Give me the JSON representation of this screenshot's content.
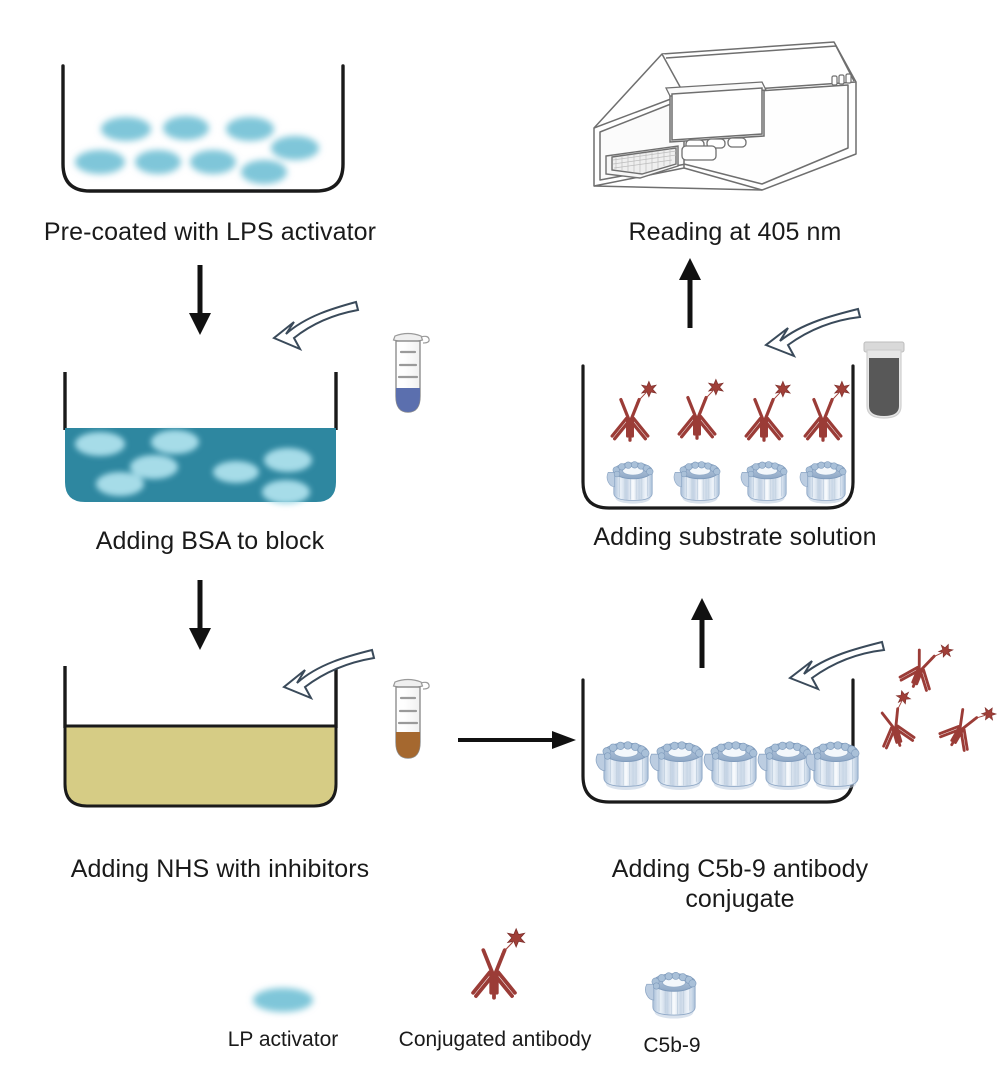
{
  "diagram": {
    "title_present": false,
    "type": "elisa-workflow-schematic",
    "colors": {
      "lp_activator": "#7FC6D9",
      "lp_activator_light": "#A6DCE8",
      "bsa_fill": "#2E87A0",
      "nhs_fill": "#D6CC85",
      "antibody": "#9B3C37",
      "antibody_dark": "#7E2F2B",
      "star": "#A03F38",
      "c5b9_body": "#E8EEF5",
      "c5b9_rim": "#8FA8C6",
      "tube_blue": "#5B6FAE",
      "tube_brown": "#A5682F",
      "vial_grey": "#585858",
      "outline": "#1a1a1a",
      "arrow_outline_stroke": "#3A4A5A"
    },
    "steps": [
      {
        "id": "step-1",
        "label": "Pre-coated with LPS activator",
        "well": "u-well-clear",
        "contents": "lp-activator-ellipses",
        "count": 8
      },
      {
        "id": "step-2",
        "label": "Adding BSA to block",
        "well": "filled-well-teal",
        "contents": "lp-activator-ellipses",
        "count": 7,
        "reagent": "tube-blue"
      },
      {
        "id": "step-3",
        "label": "Adding NHS with inhibitors",
        "well": "filled-well-khaki",
        "contents": "none",
        "reagent": "tube-brown"
      },
      {
        "id": "step-4",
        "label": "Adding C5b-9 antibody\nconjugate",
        "well": "u-well-clear",
        "contents": "c5b9-pores",
        "count": 5,
        "reagent": "antibody-cluster"
      },
      {
        "id": "step-5",
        "label": "Adding substrate solution",
        "well": "u-well-clear",
        "contents": "c5b9-with-antibody",
        "count": 4,
        "reagent": "vial-grey"
      },
      {
        "id": "step-6",
        "label": "Reading at 405 nm",
        "device": "microplate-reader"
      }
    ],
    "arrows": [
      {
        "id": "arrow-1-2",
        "kind": "straight",
        "direction": "down"
      },
      {
        "id": "arrow-2-3",
        "kind": "straight",
        "direction": "down"
      },
      {
        "id": "arrow-3-4",
        "kind": "straight",
        "direction": "right"
      },
      {
        "id": "arrow-4-5",
        "kind": "straight",
        "direction": "up"
      },
      {
        "id": "arrow-5-6",
        "kind": "straight",
        "direction": "up"
      },
      {
        "id": "arrow-reagent-bsa",
        "kind": "curved-outline",
        "direction": "left"
      },
      {
        "id": "arrow-reagent-nhs",
        "kind": "curved-outline",
        "direction": "left"
      },
      {
        "id": "arrow-reagent-antibody",
        "kind": "curved-outline",
        "direction": "left"
      },
      {
        "id": "arrow-reagent-substrate",
        "kind": "curved-outline",
        "direction": "left"
      }
    ],
    "legend": {
      "items": [
        {
          "id": "legend-lp-activator",
          "label": "LP activator",
          "icon": "ellipse-blue"
        },
        {
          "id": "legend-conjugated-antibody",
          "label": "Conjugated antibody",
          "icon": "antibody-star"
        },
        {
          "id": "legend-c5b9",
          "label": "C5b-9",
          "icon": "pore-complex"
        }
      ]
    }
  }
}
